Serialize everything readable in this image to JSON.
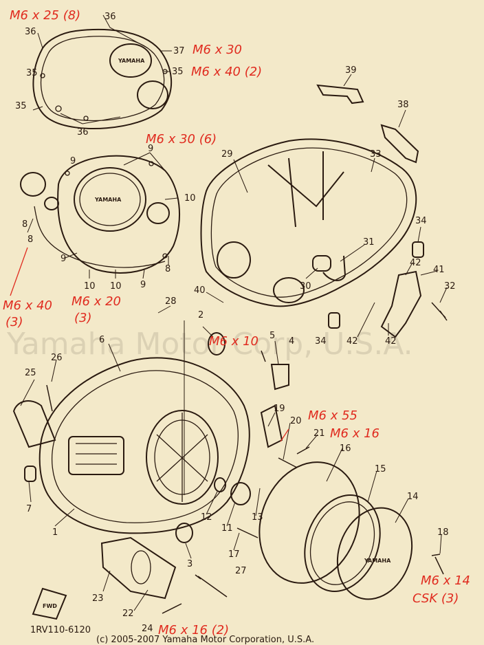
{
  "diagram": {
    "code": "1RV110-6120",
    "copyright": "(c) 2005-2007 Yamaha Motor Corporation, U.S.A.",
    "watermark": "Yamaha Motor Corp, U.S.A.",
    "fwd_label": "FWD",
    "logo_text": "YAMAHA",
    "accent_color": "#e02b1f",
    "line_color": "#2a1a10",
    "background_color": "#f3e9c9"
  },
  "callouts": {
    "n1": "1",
    "n2": "2",
    "n3": "3",
    "n4": "4",
    "n5": "5",
    "n6": "6",
    "n7": "7",
    "n8a": "8",
    "n8b": "8",
    "n8c": "8",
    "n9a": "9",
    "n9b": "9",
    "n9c": "9",
    "n9d": "9",
    "n10a": "10",
    "n10b": "10",
    "n10c": "10",
    "n11": "11",
    "n12": "12",
    "n13": "13",
    "n14": "14",
    "n15": "15",
    "n16": "16",
    "n17": "17",
    "n18": "18",
    "n19": "19",
    "n20": "20",
    "n21": "21",
    "n22": "22",
    "n23": "23",
    "n24": "24",
    "n25": "25",
    "n26": "26",
    "n27": "27",
    "n28": "28",
    "n29": "29",
    "n30": "30",
    "n31": "31",
    "n32": "32",
    "n33": "33",
    "n34a": "34",
    "n34b": "34",
    "n35a": "35",
    "n35b": "35",
    "n36a": "36",
    "n36b": "36",
    "n36c": "36",
    "n37": "37",
    "n38": "38",
    "n39": "39",
    "n40": "40",
    "n41": "41",
    "n42a": "42",
    "n42b": "42",
    "n42c": "42"
  },
  "specs": {
    "s1": "M6 x 25 (8)",
    "s2": "M6 x 30",
    "s3": "M6 x 40 (2)",
    "s4": "M6 x 30 (6)",
    "s5a": "M6 x 40",
    "s5b": "(3)",
    "s6a": "M6 x 20",
    "s6b": "(3)",
    "s7": "M6 x 10",
    "s8": "M6 x 55",
    "s9": "M6 x 16",
    "s10a": "M6 x 14",
    "s10b": "CSK (3)",
    "s11": "M6 x 16 (2)"
  }
}
